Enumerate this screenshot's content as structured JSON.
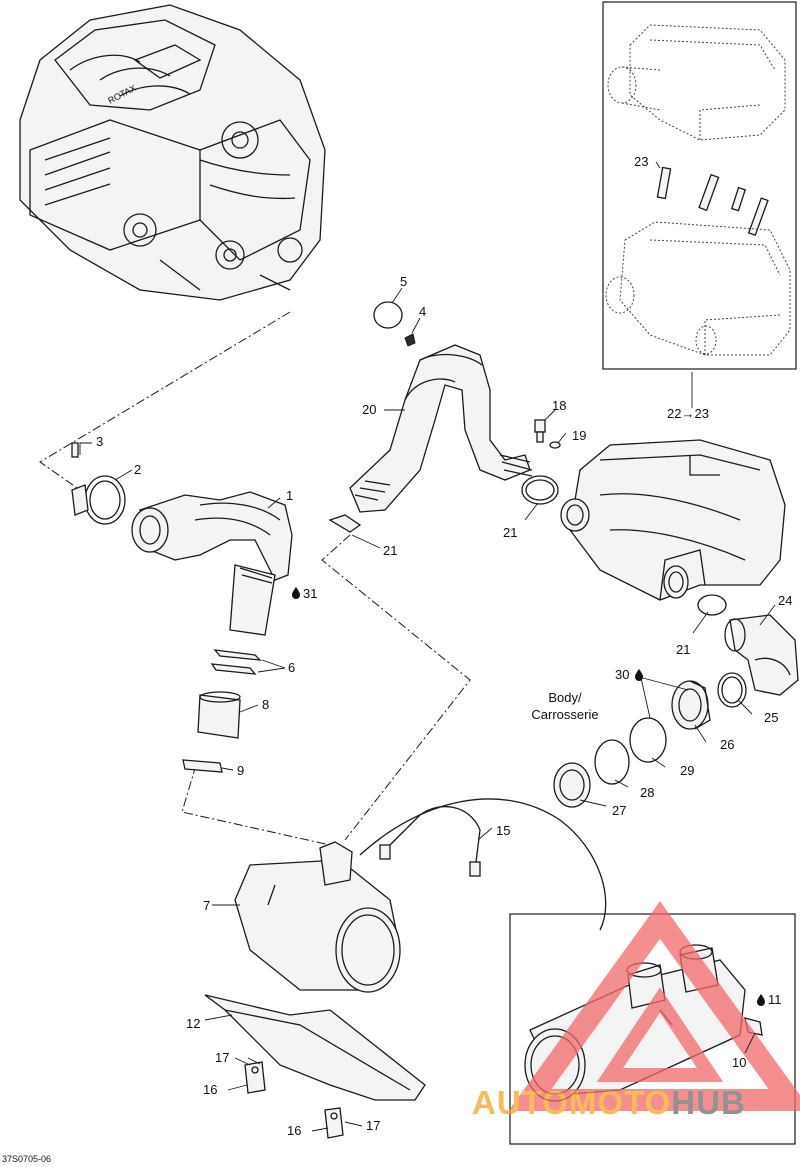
{
  "figure_code": "37S0705-06",
  "watermark": {
    "part1": "AUTO",
    "part2": "MOTO",
    "part3": "HUB",
    "color_orange": "#F5A623",
    "color_gray": "#6E6E6E",
    "color_red": "#F26A6A"
  },
  "engine_badge": "ROTAX",
  "body_note": {
    "line1": "Body/",
    "line2": "Carrosserie"
  },
  "callouts": {
    "c1": "1",
    "c2": "2",
    "c3": "3",
    "c4": "4",
    "c5": "5",
    "c6": "6",
    "c7": "7",
    "c8": "8",
    "c9": "9",
    "c10": "10",
    "c11": "11",
    "c12": "12",
    "c15": "15",
    "c16a": "16",
    "c16b": "16",
    "c17a": "17",
    "c17b": "17",
    "c18": "18",
    "c19": "19",
    "c20": "20",
    "c21a": "21",
    "c21b": "21",
    "c21c": "21",
    "c22": "22",
    "c23a": "23",
    "c23b": "23",
    "c24": "24",
    "c25": "25",
    "c26": "26",
    "c27": "27",
    "c28": "28",
    "c29": "29",
    "c30": "30",
    "c31": "31"
  }
}
